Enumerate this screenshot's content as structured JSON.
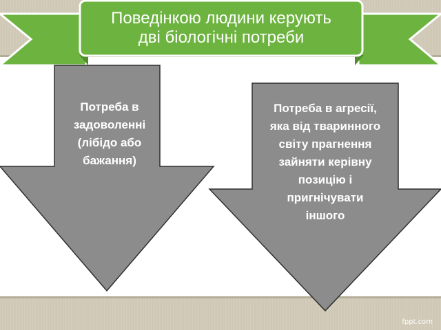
{
  "slide": {
    "title_line1": "Поведінкою людини керують",
    "title_line2": "дві біологічні потреби",
    "arrows": [
      {
        "lines": [
          "Потреба в",
          "задоволенні",
          "(лібідо або",
          "бажання)"
        ]
      },
      {
        "lines": [
          "Потреба в агресії,",
          "яка від тваринного",
          "світу прагнення",
          "зайняти керівну",
          "позицію і",
          "пригнічувати",
          "іншого"
        ]
      }
    ],
    "watermark": "fppt.com"
  },
  "colors": {
    "banner_green": "#6db33f",
    "banner_dark": "#4f8e2b",
    "arrow_fill": "#8c8c8c",
    "band": "#d3ccba"
  }
}
